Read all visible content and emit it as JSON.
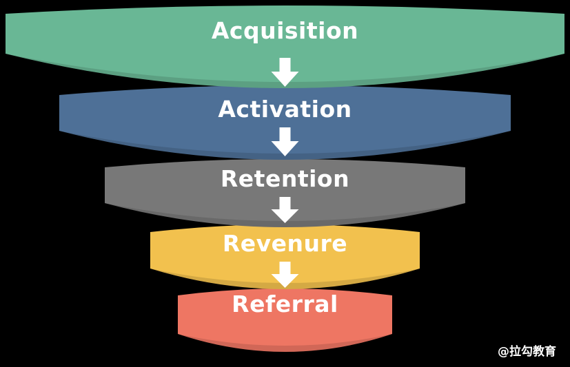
{
  "diagram": {
    "type": "funnel",
    "stages": [
      {
        "label": "Acquisition",
        "color": "#69b795"
      },
      {
        "label": "Activation",
        "color": "#4e7097"
      },
      {
        "label": "Retention",
        "color": "#787878"
      },
      {
        "label": "Revenure",
        "color": "#f2c14e"
      },
      {
        "label": "Referral",
        "color": "#ee7663"
      }
    ],
    "arrow": {
      "icon": "arrow-down",
      "color": "#ffffff"
    },
    "background": "#000000",
    "text_color": "#ffffff"
  },
  "watermark": {
    "text": "@拉勾教育"
  }
}
